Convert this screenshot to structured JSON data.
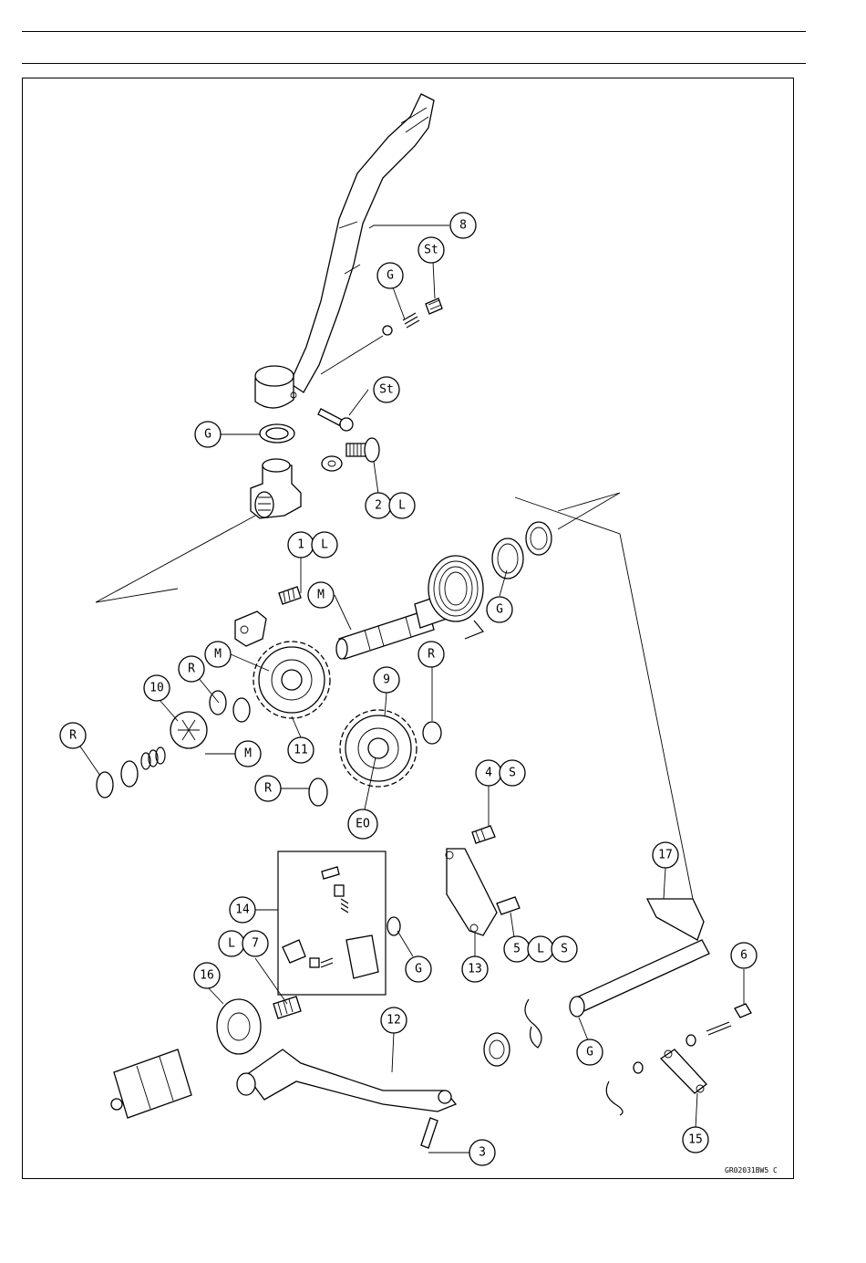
{
  "callouts": {
    "c8": "8",
    "cSt1": "St",
    "cG1": "G",
    "cSt2": "St",
    "cG2": "G",
    "c2": "2",
    "cL2": "L",
    "c1": "1",
    "cL1": "L",
    "cM1": "M",
    "cG3": "G",
    "cM2": "M",
    "cR1": "R",
    "c10": "10",
    "c9": "9",
    "cR2": "R",
    "cR3": "R",
    "cM3": "M",
    "c11": "11",
    "cR4": "R",
    "cEO": "EO",
    "c4": "4",
    "cS4": "S",
    "c17": "17",
    "c14": "14",
    "cL7": "L",
    "c7": "7",
    "cG4": "G",
    "c13": "13",
    "c5": "5",
    "cL5": "L",
    "cS5": "S",
    "c6": "6",
    "c16": "16",
    "c12": "12",
    "cG5": "G",
    "c15": "15",
    "c3": "3"
  },
  "figure_code": "GR02031BW5 C"
}
